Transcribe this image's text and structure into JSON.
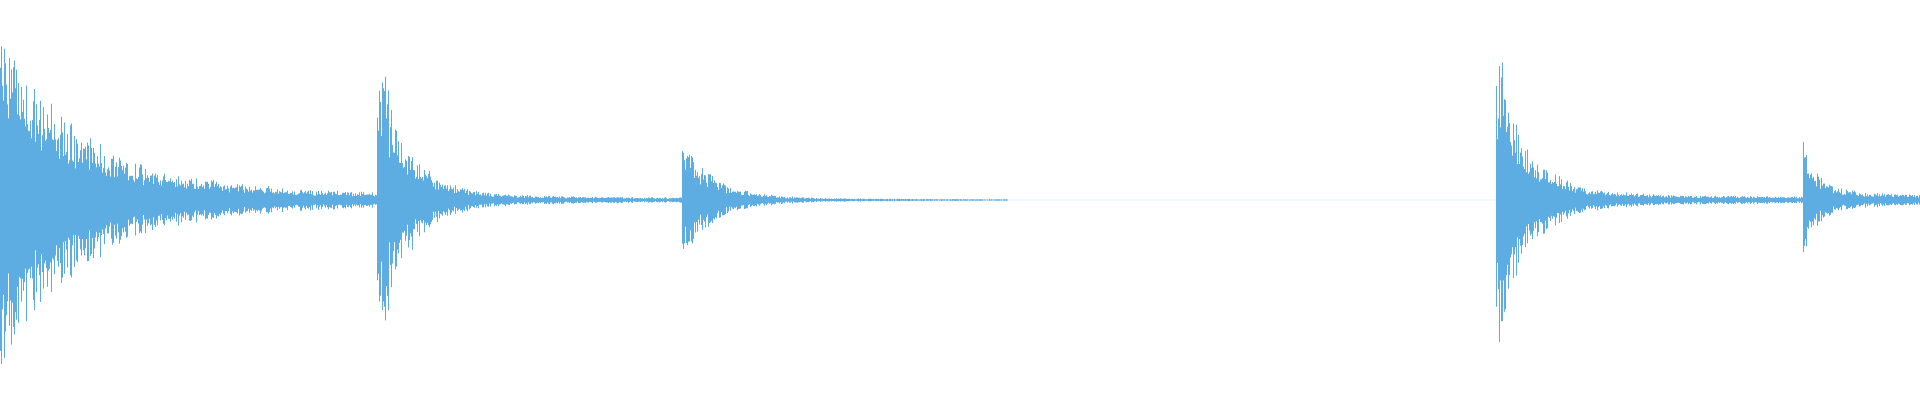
{
  "waveform": {
    "color": "#5dade2",
    "background": "#ffffff",
    "sample_count": 1920,
    "segments": [
      {
        "kind": "hit",
        "start": 0.0,
        "end": 0.196,
        "peak": 0.96,
        "decay": 0.2,
        "floor": 0.08
      },
      {
        "kind": "hit",
        "start": 0.196,
        "end": 0.355,
        "peak": 0.82,
        "decay": 0.1,
        "floor": 0.03
      },
      {
        "kind": "hit",
        "start": 0.355,
        "end": 0.525,
        "peak": 0.34,
        "decay": 0.1,
        "floor": 0.01
      },
      {
        "kind": "silence",
        "start": 0.525,
        "end": 0.779,
        "peak": 0.0,
        "decay": 1.0,
        "floor": 0.0
      },
      {
        "kind": "hit",
        "start": 0.779,
        "end": 0.939,
        "peak": 0.82,
        "decay": 0.1,
        "floor": 0.04
      },
      {
        "kind": "hit",
        "start": 0.939,
        "end": 1.0,
        "peak": 0.28,
        "decay": 0.12,
        "floor": 0.06
      }
    ]
  }
}
